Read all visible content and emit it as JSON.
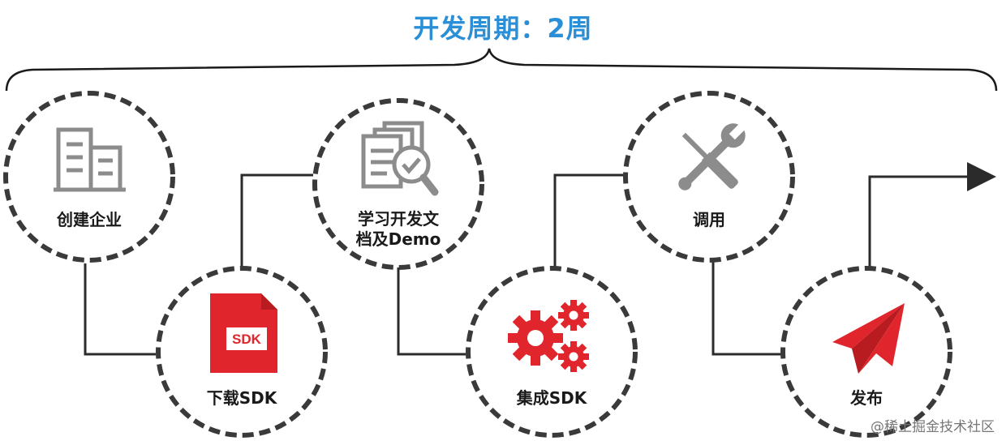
{
  "header": {
    "title": "开发周期：2周"
  },
  "steps": [
    {
      "label": "创建企业",
      "icon": "building-icon"
    },
    {
      "label": "下载SDK",
      "icon": "sdk-file-icon"
    },
    {
      "label": "学习开发文\n档及Demo",
      "icon": "document-search-icon"
    },
    {
      "label": "集成SDK",
      "icon": "gears-icon"
    },
    {
      "label": "调用",
      "icon": "tools-icon"
    },
    {
      "label": "发布",
      "icon": "paper-plane-icon"
    }
  ],
  "sdk_icon_text": "SDK",
  "watermark": "@稀土掘金技术社区",
  "colors": {
    "title": "#2a8fd6",
    "accent_red": "#e0262c",
    "icon_gray": "#8c8c8c",
    "line": "#2b2b2b",
    "circle_dash": "#3a3a3a"
  }
}
